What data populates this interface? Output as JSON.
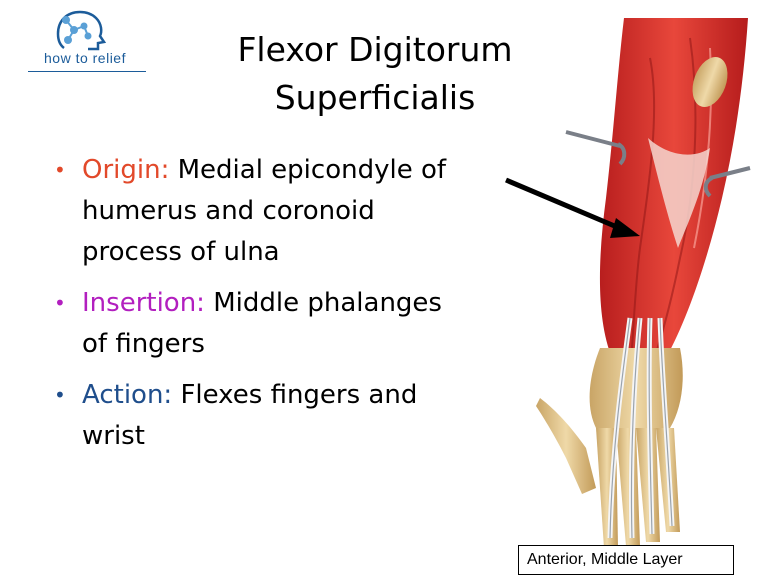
{
  "logo": {
    "text": "how to relief",
    "color": "#1c5c9a",
    "icon": "head-network-icon"
  },
  "title": {
    "line1": "Flexor Digitorum",
    "line2": "Superficialis"
  },
  "bullets": [
    {
      "term": "Origin:",
      "text": " Medial epicondyle of humerus and coronoid process of ulna",
      "color": "#e2492a"
    },
    {
      "term": "Insertion:",
      "text": " Middle phalanges of fingers",
      "color": "#b21fbf"
    },
    {
      "term": "Action:",
      "text": " Flexes fingers and wrist",
      "color": "#1f4e8c"
    }
  ],
  "caption": "Anterior, Middle Layer"
}
